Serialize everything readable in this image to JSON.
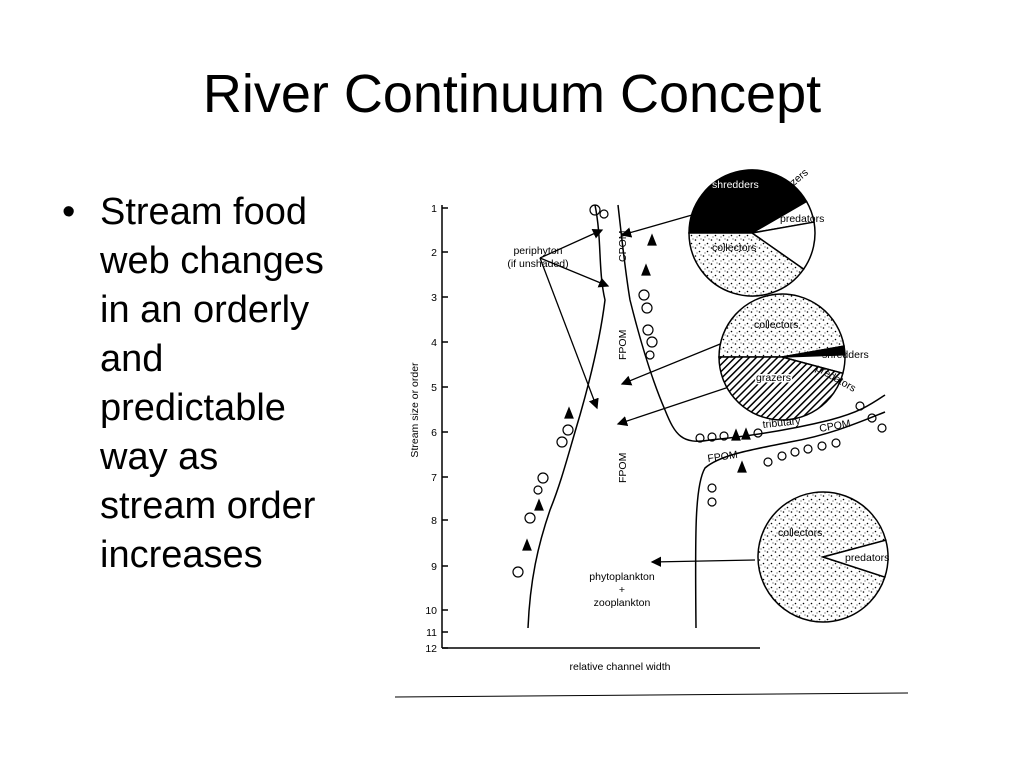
{
  "slide": {
    "title": "River Continuum Concept",
    "bullet": "Stream food web changes in an orderly and predictable way as stream order increases"
  },
  "diagram": {
    "y_axis_label": "Stream size or order",
    "x_axis_label": "relative channel width",
    "orders": [
      "1",
      "2",
      "3",
      "4",
      "5",
      "6",
      "7",
      "8",
      "9",
      "10",
      "11",
      "12"
    ],
    "labels": {
      "periphyton": "periphyton",
      "if_unshaded": "(if unshaded)",
      "cpom_top": "CPOM",
      "fpom_mid": "FPOM",
      "fpom_low": "FPOM",
      "tributary": "tributary",
      "cpom_trib": "CPOM",
      "fpom_trib": "FPOM",
      "phytoplankton": "phytoplankton",
      "plus": "+",
      "zooplankton": "zooplankton"
    },
    "pie_top": {
      "shredders": "shredders",
      "grazers": "grazers",
      "predators": "predators",
      "collectors": "collectors"
    },
    "pie_mid": {
      "collectors": "collectors",
      "shredders": "shredders",
      "predators": "predators",
      "grazers": "grazers"
    },
    "pie_low": {
      "collectors": "collectors",
      "predators": "predators"
    }
  }
}
